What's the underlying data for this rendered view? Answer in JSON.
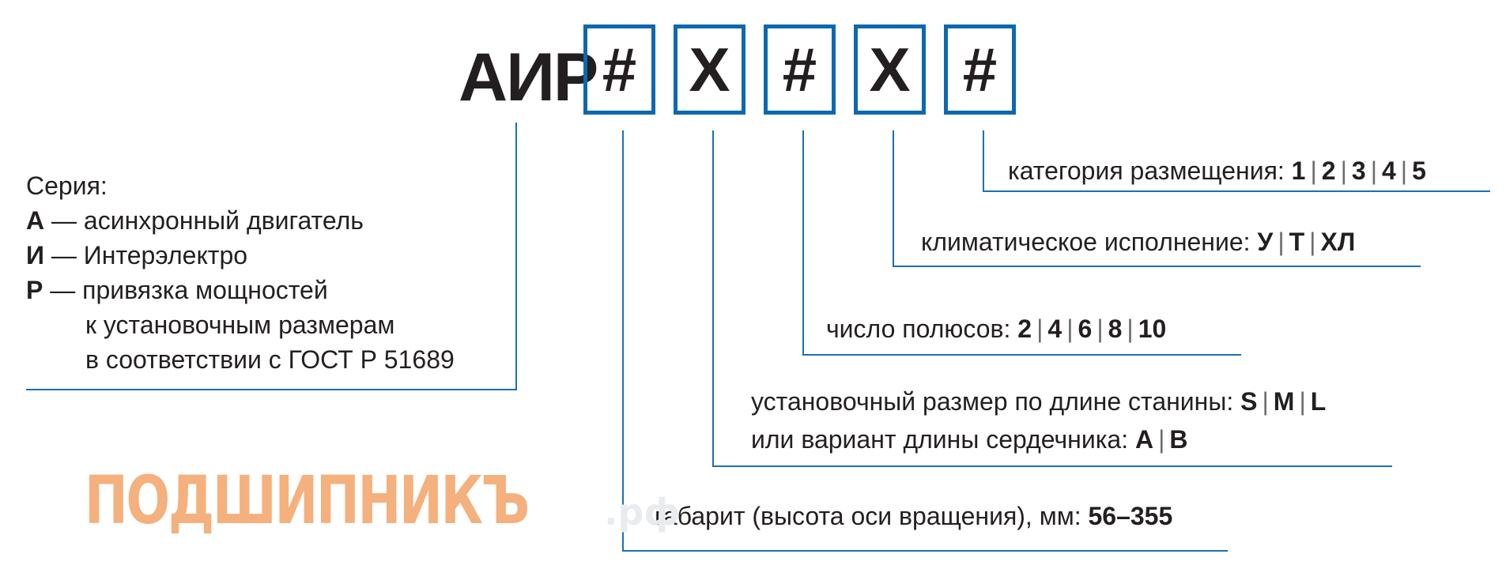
{
  "code": {
    "prefix": "АИР",
    "boxes": [
      "#",
      "X",
      "#",
      "X",
      "#"
    ]
  },
  "series": {
    "title": "Серия:",
    "items": [
      {
        "letter": "А",
        "dash": " — ",
        "text": "асинхронный двигатель"
      },
      {
        "letter": "И",
        "dash": " — ",
        "text": "Интерэлектро"
      },
      {
        "letter": "Р",
        "dash": " — ",
        "text": "привязка мощностей"
      }
    ],
    "continuation": [
      "к установочным размерам",
      "в соответствии с ГОСТ Р 51689"
    ]
  },
  "descriptions": {
    "placement": {
      "label": "категория размещения: ",
      "values": [
        "1",
        "2",
        "3",
        "4",
        "5"
      ]
    },
    "climate": {
      "label": "климатическое исполнение: ",
      "values": [
        "У",
        "Т",
        "ХЛ"
      ]
    },
    "poles": {
      "label": "число полюсов: ",
      "values": [
        "2",
        "4",
        "6",
        "8",
        "10"
      ]
    },
    "mounting": {
      "label1": "установочный размер по длине станины: ",
      "values1": [
        "S",
        "M",
        "L"
      ],
      "label2": "или вариант длины сердечника: ",
      "values2": [
        "A",
        "B"
      ]
    },
    "frame": {
      "label": "габарит (высота оси вращения), мм: ",
      "value": "56–355"
    }
  },
  "logo": {
    "main": "ПОДШИПНИКЪ",
    "suffix": ".рф"
  },
  "colors": {
    "accent": "#0c68b1",
    "logo_orange": "#f4b07d"
  }
}
